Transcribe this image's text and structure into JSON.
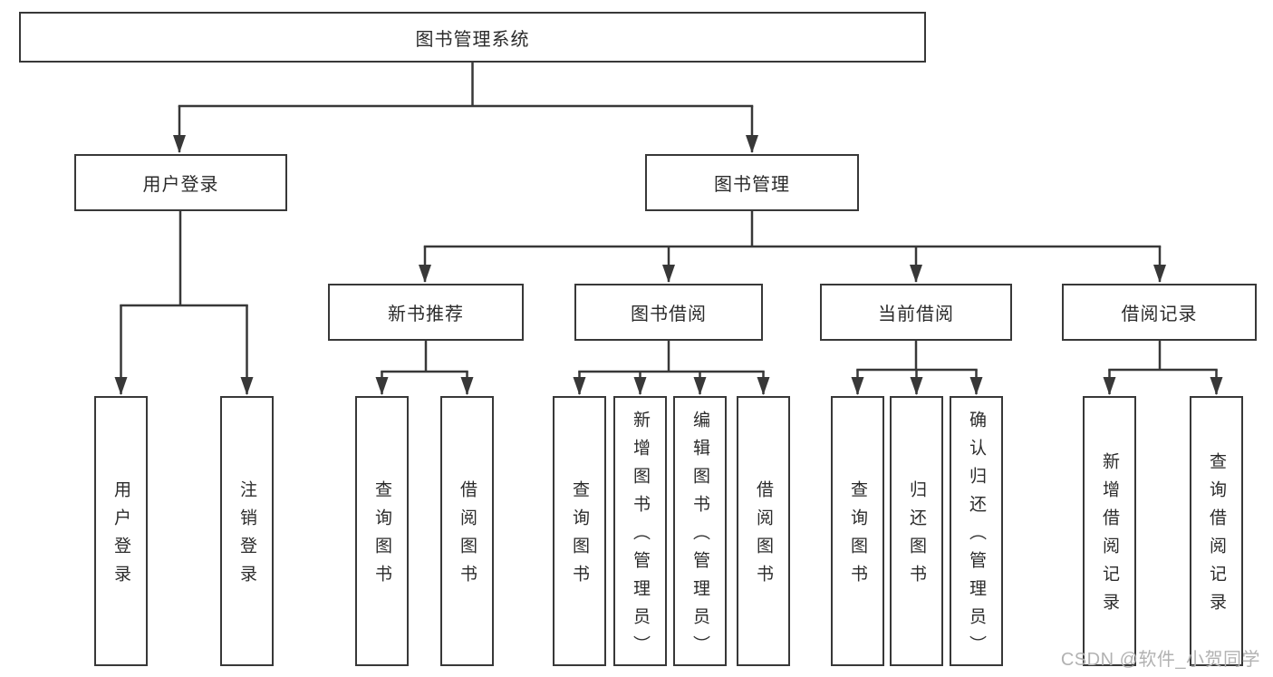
{
  "tree": {
    "label": "图书管理系统",
    "children": [
      {
        "label": "用户登录",
        "children": [
          {
            "label": "用户登录"
          },
          {
            "label": "注销登录"
          }
        ]
      },
      {
        "label": "图书管理",
        "children": [
          {
            "label": "新书推荐",
            "children": [
              {
                "label": "查询图书"
              },
              {
                "label": "借阅图书"
              }
            ]
          },
          {
            "label": "图书借阅",
            "children": [
              {
                "label": "查询图书"
              },
              {
                "label": "新增图书（管理员）"
              },
              {
                "label": "编辑图书（管理员）"
              },
              {
                "label": "借阅图书"
              }
            ]
          },
          {
            "label": "当前借阅",
            "children": [
              {
                "label": "查询图书"
              },
              {
                "label": "归还图书"
              },
              {
                "label": "确认归还（管理员）"
              }
            ]
          },
          {
            "label": "借阅记录",
            "children": [
              {
                "label": "新增借阅记录"
              },
              {
                "label": "查询借阅记录"
              }
            ]
          }
        ]
      }
    ]
  },
  "watermark": {
    "text": "CSDN @软件_小贺同学"
  },
  "colors": {
    "line": "#383838",
    "text": "#2b2b2b",
    "watermark": "#b2b2b2",
    "background": "#ffffff"
  }
}
